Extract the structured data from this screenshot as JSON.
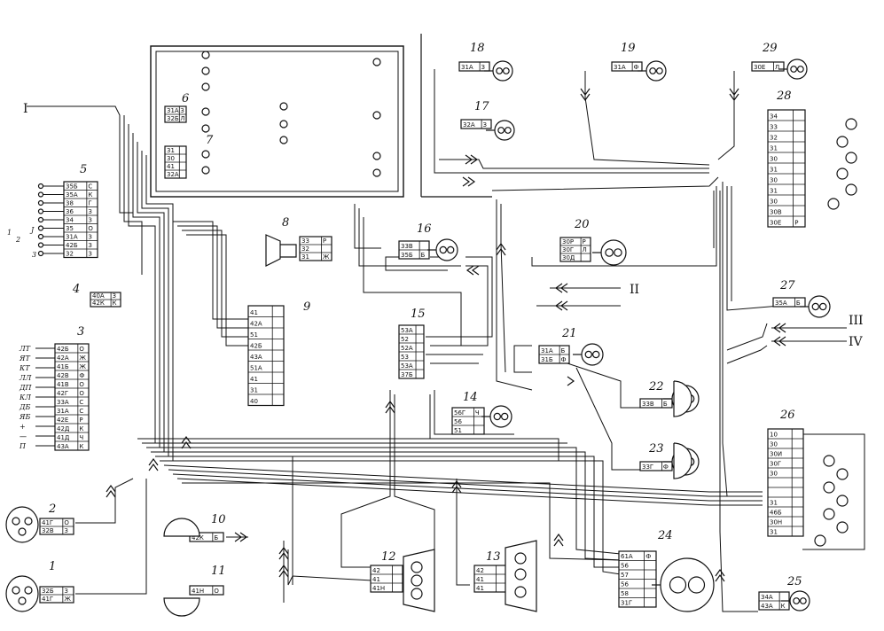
{
  "components": [
    {
      "id": "c1",
      "label": "1",
      "pins": [
        "32Б",
        "41Г"
      ],
      "codes": [
        "З",
        "Ж"
      ]
    },
    {
      "id": "c2",
      "label": "2",
      "pins": [
        "41Г",
        "32В"
      ],
      "codes": [
        "О",
        "З"
      ]
    },
    {
      "id": "c3",
      "label": "3",
      "pins": [
        "42Б",
        "42А",
        "41Б",
        "42В",
        "41В",
        "42Г",
        "33А",
        "31А",
        "42Е",
        "42Д",
        "41Д",
        "43А"
      ],
      "codes": [
        "О",
        "Ж",
        "Ж",
        "Ф",
        "О",
        "О",
        "С",
        "С",
        "Р",
        "К",
        "Ч",
        "К"
      ]
    },
    {
      "id": "c4",
      "label": "4",
      "pins": [
        "40А",
        "42К"
      ],
      "codes": [
        "З",
        "К"
      ]
    },
    {
      "id": "c5",
      "label": "5",
      "pins": [
        "35Б",
        "35А",
        "38",
        "36",
        "34",
        "35",
        "31А",
        "42Б",
        "32"
      ],
      "codes": [
        "С",
        "К",
        "Г",
        "З",
        "З",
        "О",
        "З",
        "З",
        "З"
      ]
    },
    {
      "id": "c6",
      "label": "6",
      "pins": [
        "31А",
        "32Б"
      ],
      "codes": [
        "З",
        "Л"
      ]
    },
    {
      "id": "c7",
      "label": "7",
      "pins": [
        "31",
        "30",
        "41",
        "32А"
      ],
      "codes": [
        "",
        "",
        "",
        ""
      ]
    },
    {
      "id": "c8",
      "label": "8",
      "pins": [
        "33",
        "32",
        "31"
      ],
      "codes": [
        "Р",
        "",
        "Ж"
      ]
    },
    {
      "id": "c9",
      "label": "9",
      "pins": [
        "41",
        "42А",
        "51",
        "42Б",
        "43А",
        "51А",
        "41",
        "31",
        "40"
      ],
      "codes": [
        "",
        "",
        "",
        "",
        "",
        "",
        "",
        "",
        ""
      ]
    },
    {
      "id": "c10",
      "label": "10",
      "pins": [
        "42К"
      ],
      "codes": [
        "Б"
      ]
    },
    {
      "id": "c11",
      "label": "11",
      "pins": [
        "41Н"
      ],
      "codes": [
        "О"
      ]
    },
    {
      "id": "c12",
      "label": "12",
      "pins": [
        "42",
        "41",
        "41Н"
      ],
      "codes": [
        "",
        "",
        ""
      ]
    },
    {
      "id": "c13",
      "label": "13",
      "pins": [
        "42",
        "41",
        "41"
      ],
      "codes": [
        "",
        "",
        ""
      ]
    },
    {
      "id": "c14",
      "label": "14",
      "pins": [
        "56Г",
        "56",
        "51"
      ],
      "codes": [
        "Ч",
        "",
        ""
      ]
    },
    {
      "id": "c15",
      "label": "15",
      "pins": [
        "53А",
        "52",
        "52А",
        "53",
        "53А",
        "37Б"
      ],
      "codes": [
        "",
        "",
        "",
        "",
        "",
        ""
      ]
    },
    {
      "id": "c16",
      "label": "16",
      "pins": [
        "33В",
        "35Б"
      ],
      "codes": [
        "",
        "Б"
      ]
    },
    {
      "id": "c17",
      "label": "17",
      "pins": [
        "32А"
      ],
      "codes": [
        "З"
      ]
    },
    {
      "id": "c18",
      "label": "18",
      "pins": [
        "31А"
      ],
      "codes": [
        "З"
      ]
    },
    {
      "id": "c19",
      "label": "19",
      "pins": [
        "31А"
      ],
      "codes": [
        "Ф"
      ]
    },
    {
      "id": "c20",
      "label": "20",
      "pins": [
        "30Р",
        "30Г",
        "30Д"
      ],
      "codes": [
        "Р",
        "Л",
        ""
      ]
    },
    {
      "id": "c21",
      "label": "21",
      "pins": [
        "31А",
        "31Б"
      ],
      "codes": [
        "Б",
        "Ф"
      ]
    },
    {
      "id": "c22",
      "label": "22",
      "pins": [
        "33В"
      ],
      "codes": [
        "Б"
      ]
    },
    {
      "id": "c23",
      "label": "23",
      "pins": [
        "33Г"
      ],
      "codes": [
        "Ф"
      ]
    },
    {
      "id": "c24",
      "label": "24",
      "pins": [
        "61А",
        "56",
        "57",
        "56",
        "58",
        "31Г"
      ],
      "codes": [
        "Ф",
        "",
        "",
        "",
        "",
        ""
      ]
    },
    {
      "id": "c25",
      "label": "25",
      "pins": [
        "34А",
        "43А"
      ],
      "codes": [
        "",
        "К"
      ]
    },
    {
      "id": "c26",
      "label": "26",
      "pins": [
        "10",
        "30",
        "30И",
        "30Г",
        "30",
        "",
        "",
        "31",
        "46Б",
        "30Н",
        "31"
      ],
      "codes": [
        "",
        "",
        "",
        "",
        "",
        "",
        "",
        "",
        "",
        "",
        ""
      ]
    },
    {
      "id": "c27",
      "label": "27",
      "pins": [
        "35А"
      ],
      "codes": [
        "Б"
      ]
    },
    {
      "id": "c28",
      "label": "28",
      "pins": [
        "34",
        "33",
        "32",
        "31",
        "30",
        "31",
        "30",
        "31",
        "30",
        "30В",
        "30Е"
      ],
      "codes": [
        "",
        "",
        "",
        "",
        "",
        "",
        "",
        "",
        "",
        "",
        "Р"
      ]
    },
    {
      "id": "c29",
      "label": "29",
      "pins": [
        "30Е"
      ],
      "codes": [
        "Л"
      ]
    }
  ],
  "roman": {
    "I": "I",
    "II": "II",
    "III": "III",
    "IV": "IV"
  },
  "switch5_labels": [
    "1",
    "2",
    "3",
    "J"
  ],
  "switch3_labels": [
    "ЛТ",
    "ЯТ",
    "КТ",
    "ЛЛ",
    "ДП",
    "КЛ",
    "ДБ",
    "ЯБ",
    "+",
    "—",
    "П"
  ],
  "colors": {
    "ink": "#111111",
    "paper": "#ffffff"
  }
}
